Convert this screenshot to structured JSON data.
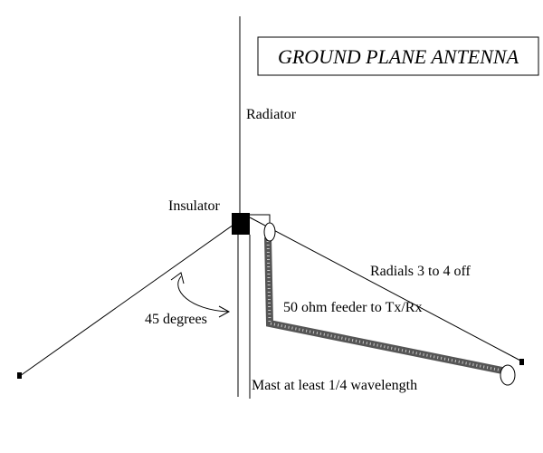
{
  "title": "GROUND PLANE ANTENNA",
  "labels": {
    "radiator": "Radiator",
    "insulator": "Insulator",
    "radials": "Radials 3 to 4 off",
    "feeder": "50 ohm feeder to Tx/Rx",
    "angle": "45 degrees",
    "mast": "Mast at least 1/4 wavelength"
  },
  "colors": {
    "line": "#000000",
    "feeder": "#555555",
    "background": "#ffffff"
  }
}
